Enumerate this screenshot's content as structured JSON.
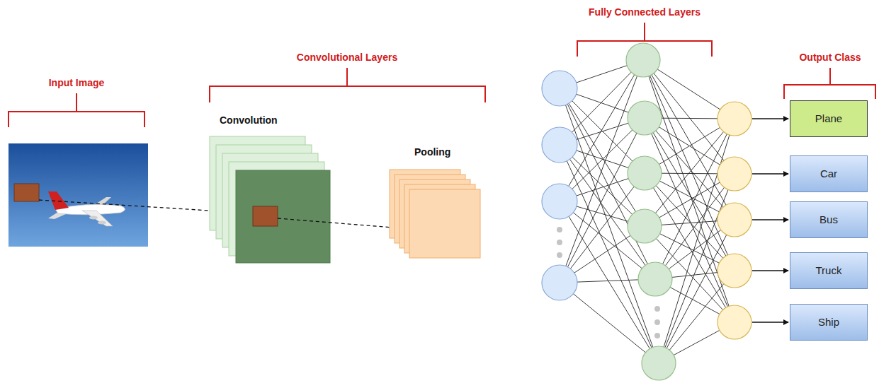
{
  "diagram": {
    "nodes": [
      {
        "text": [
          "Plane"
        ]
      },
      {
        "text": [
          "Car"
        ]
      },
      {
        "text": [
          "Bus"
        ]
      },
      {
        "text": [
          "Truck"
        ]
      },
      {
        "text": [
          "Ship"
        ]
      }
    ],
    "labels": [
      "Input Image",
      "Convolutional Layers",
      "Convolution",
      "Pooling",
      "Fully Connected Layers",
      "Output Class"
    ]
  }
}
